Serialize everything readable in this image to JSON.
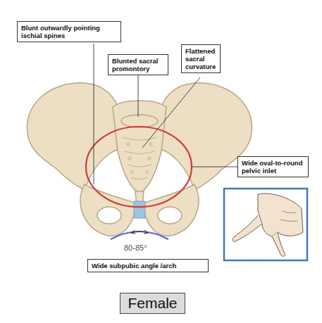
{
  "diagram": {
    "title": "Female",
    "nodes": [
      {
        "text": [
          "Blunt outwardly pointing ischial spines"
        ]
      },
      {
        "text": [
          "Blunted sacral promontory"
        ]
      },
      {
        "text": [
          "Flattened sacral curvature"
        ]
      },
      {
        "text": [
          "Wide oval-to-round pelvic inlet"
        ]
      },
      {
        "text": [
          "Wide subpubic angle /arch"
        ]
      }
    ],
    "labels": [
      "80-85°"
    ]
  }
}
